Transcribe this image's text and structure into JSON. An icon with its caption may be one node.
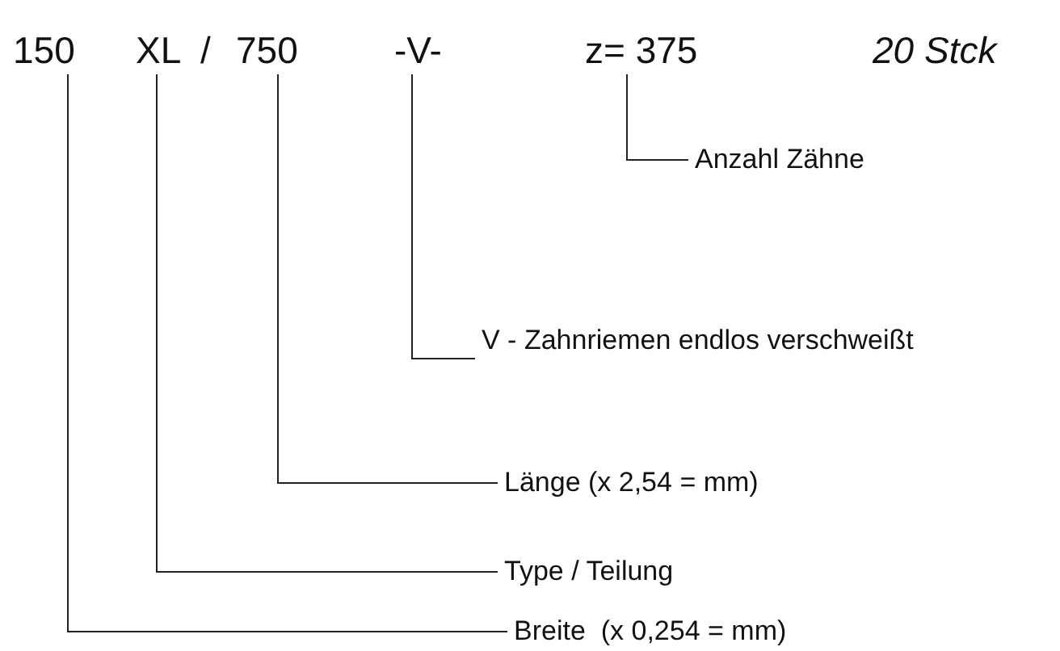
{
  "diagram": {
    "nodes": [
      {
        "text": [
          "150"
        ]
      },
      {
        "text": [
          "XL"
        ]
      },
      {
        "text": [
          "750"
        ]
      },
      {
        "text": [
          "-V-"
        ]
      },
      {
        "text": [
          "z= 375"
        ]
      },
      {
        "text": [
          "Anzahl Zähne"
        ]
      },
      {
        "text": [
          "V - Zahnriemen endlos verschweißt"
        ]
      },
      {
        "text": [
          "Länge (x 2,54 = mm)"
        ]
      },
      {
        "text": [
          "Type / Teilung"
        ]
      },
      {
        "text": [
          "Breite  (x 0,254 = mm)"
        ]
      }
    ],
    "edges": [
      {
        "from": 5,
        "to": 4,
        "arrow": "none"
      },
      {
        "from": 6,
        "to": 3,
        "arrow": "none"
      },
      {
        "from": 7,
        "to": 2,
        "arrow": "none"
      },
      {
        "from": 8,
        "to": 1,
        "arrow": "none"
      },
      {
        "from": 9,
        "to": 0,
        "arrow": "none"
      }
    ],
    "labels": [
      "/",
      "20 Stck"
    ]
  }
}
